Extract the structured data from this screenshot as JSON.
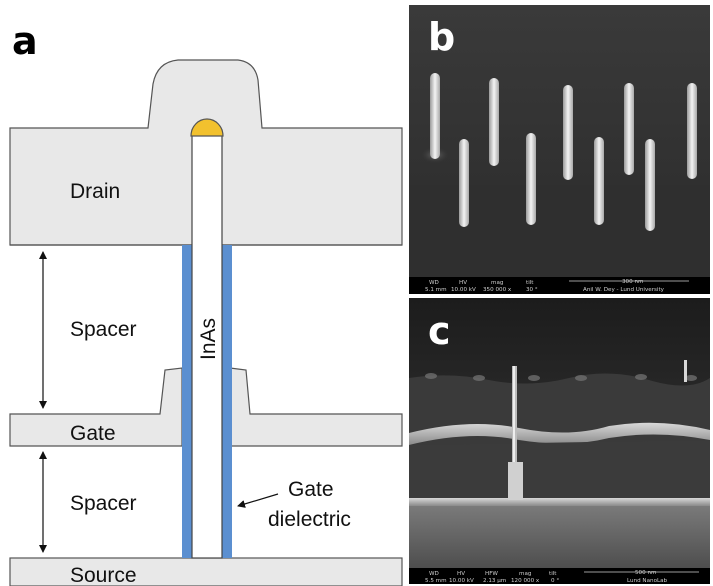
{
  "panels": {
    "a": {
      "label": "a",
      "labels": {
        "drain": "Drain",
        "spacer_top": "Spacer",
        "gate": "Gate",
        "spacer_bottom": "Spacer",
        "source": "Source",
        "nanowire": "InAs",
        "gate_dielectric_line1": "Gate",
        "gate_dielectric_line2": "dielectric"
      },
      "colors": {
        "layer_fill": "#e8e8e8",
        "dielectric": "#5b8fd0",
        "catalyst": "#f2c12e",
        "outline": "#444444"
      }
    },
    "b": {
      "label": "b",
      "bar": {
        "wd_label": "WD",
        "wd_value": "5.1 mm",
        "hv_label": "HV",
        "hv_value": "10.00 kV",
        "mag_label": "mag",
        "mag_value": "350 000 x",
        "tilt_label": "tilt",
        "tilt_value": "30 °",
        "scale": "300 nm",
        "credit": "Anil W. Dey - Lund University"
      }
    },
    "c": {
      "label": "c",
      "bar": {
        "wd_label": "WD",
        "wd_value": "5.5 mm",
        "hv_label": "HV",
        "hv_value": "10.00 kV",
        "hfw_label": "HFW",
        "hfw_value": "2.13 µm",
        "mag_label": "mag",
        "mag_value": "120 000 x",
        "tilt_label": "tilt",
        "tilt_value": "0 °",
        "scale": "500 nm",
        "credit": "Lund NanoLab"
      }
    }
  }
}
